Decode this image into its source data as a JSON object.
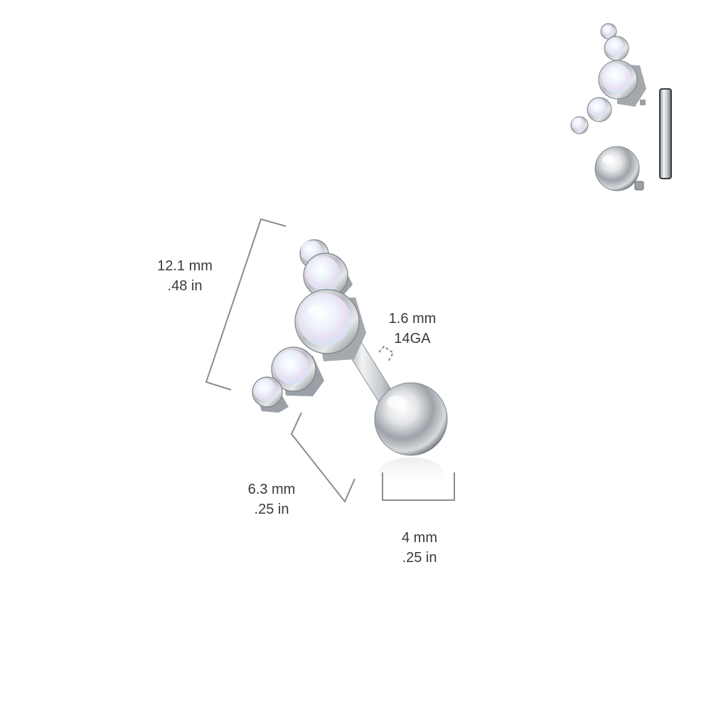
{
  "dimensions": {
    "length": {
      "metric": "12.1 mm",
      "imperial": ".48 in"
    },
    "gauge": {
      "metric": "1.6 mm",
      "gauge": "14GA"
    },
    "top_width": {
      "metric": "6.3 mm",
      "imperial": ".25 in"
    },
    "ball": {
      "metric": "4 mm",
      "imperial": ".25 in"
    }
  },
  "colors": {
    "background": "#ffffff",
    "text": "#3a3a3a",
    "dimension_line": "#8c8c8c",
    "metal": "#c8ccd0",
    "metal_dark": "#7d8288",
    "opal": "#e8f0fa"
  }
}
